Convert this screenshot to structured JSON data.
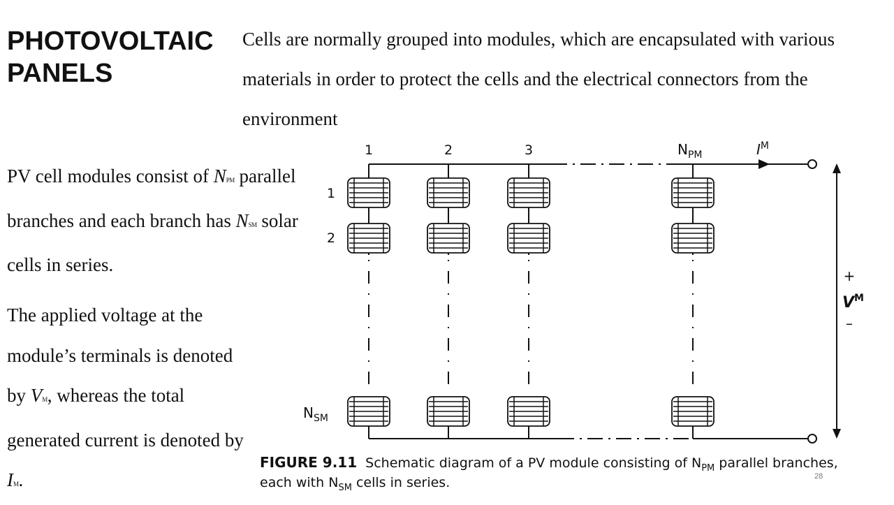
{
  "slide": {
    "title": "PHOTOVOLTAIC PANELS",
    "intro": "Cells are normally grouped into modules, which are encapsulated with various materials in order to protect the cells and the electrical connectors from the environment",
    "p1": {
      "a": "PV cell modules consist of ",
      "var1": "N",
      "sub1": "PM",
      "b": " parallel branches and each branch has ",
      "var2": "N",
      "sub2": "SM",
      "c": " solar cells in series."
    },
    "p2": {
      "a": "The applied voltage at the module’s terminals is denoted by ",
      "var1": "V",
      "sub1": "M",
      "b": ", whereas the total generated current is denoted by ",
      "var2": "I",
      "sub2": "M",
      "c": "."
    },
    "page_number": "28"
  },
  "figure": {
    "column_labels": [
      "1",
      "2",
      "3"
    ],
    "npm_label": {
      "main": "N",
      "sub": "PM"
    },
    "current_label": {
      "main": "I",
      "sup": "M"
    },
    "row_labels": [
      "1",
      "2"
    ],
    "nsm_label": {
      "main": "N",
      "sub": "SM"
    },
    "voltage_label": {
      "plus": "+",
      "main": "V",
      "sup": "M",
      "minus": "–"
    },
    "caption": {
      "label": "FIGURE 9.11",
      "text1": "Schematic diagram of a PV module consisting of ",
      "npm_main": "N",
      "npm_sub": "PM",
      "text2": " parallel branches,",
      "text3": "each with ",
      "nsm_main": "N",
      "nsm_sub": "SM",
      "text4": " cells in series."
    }
  }
}
